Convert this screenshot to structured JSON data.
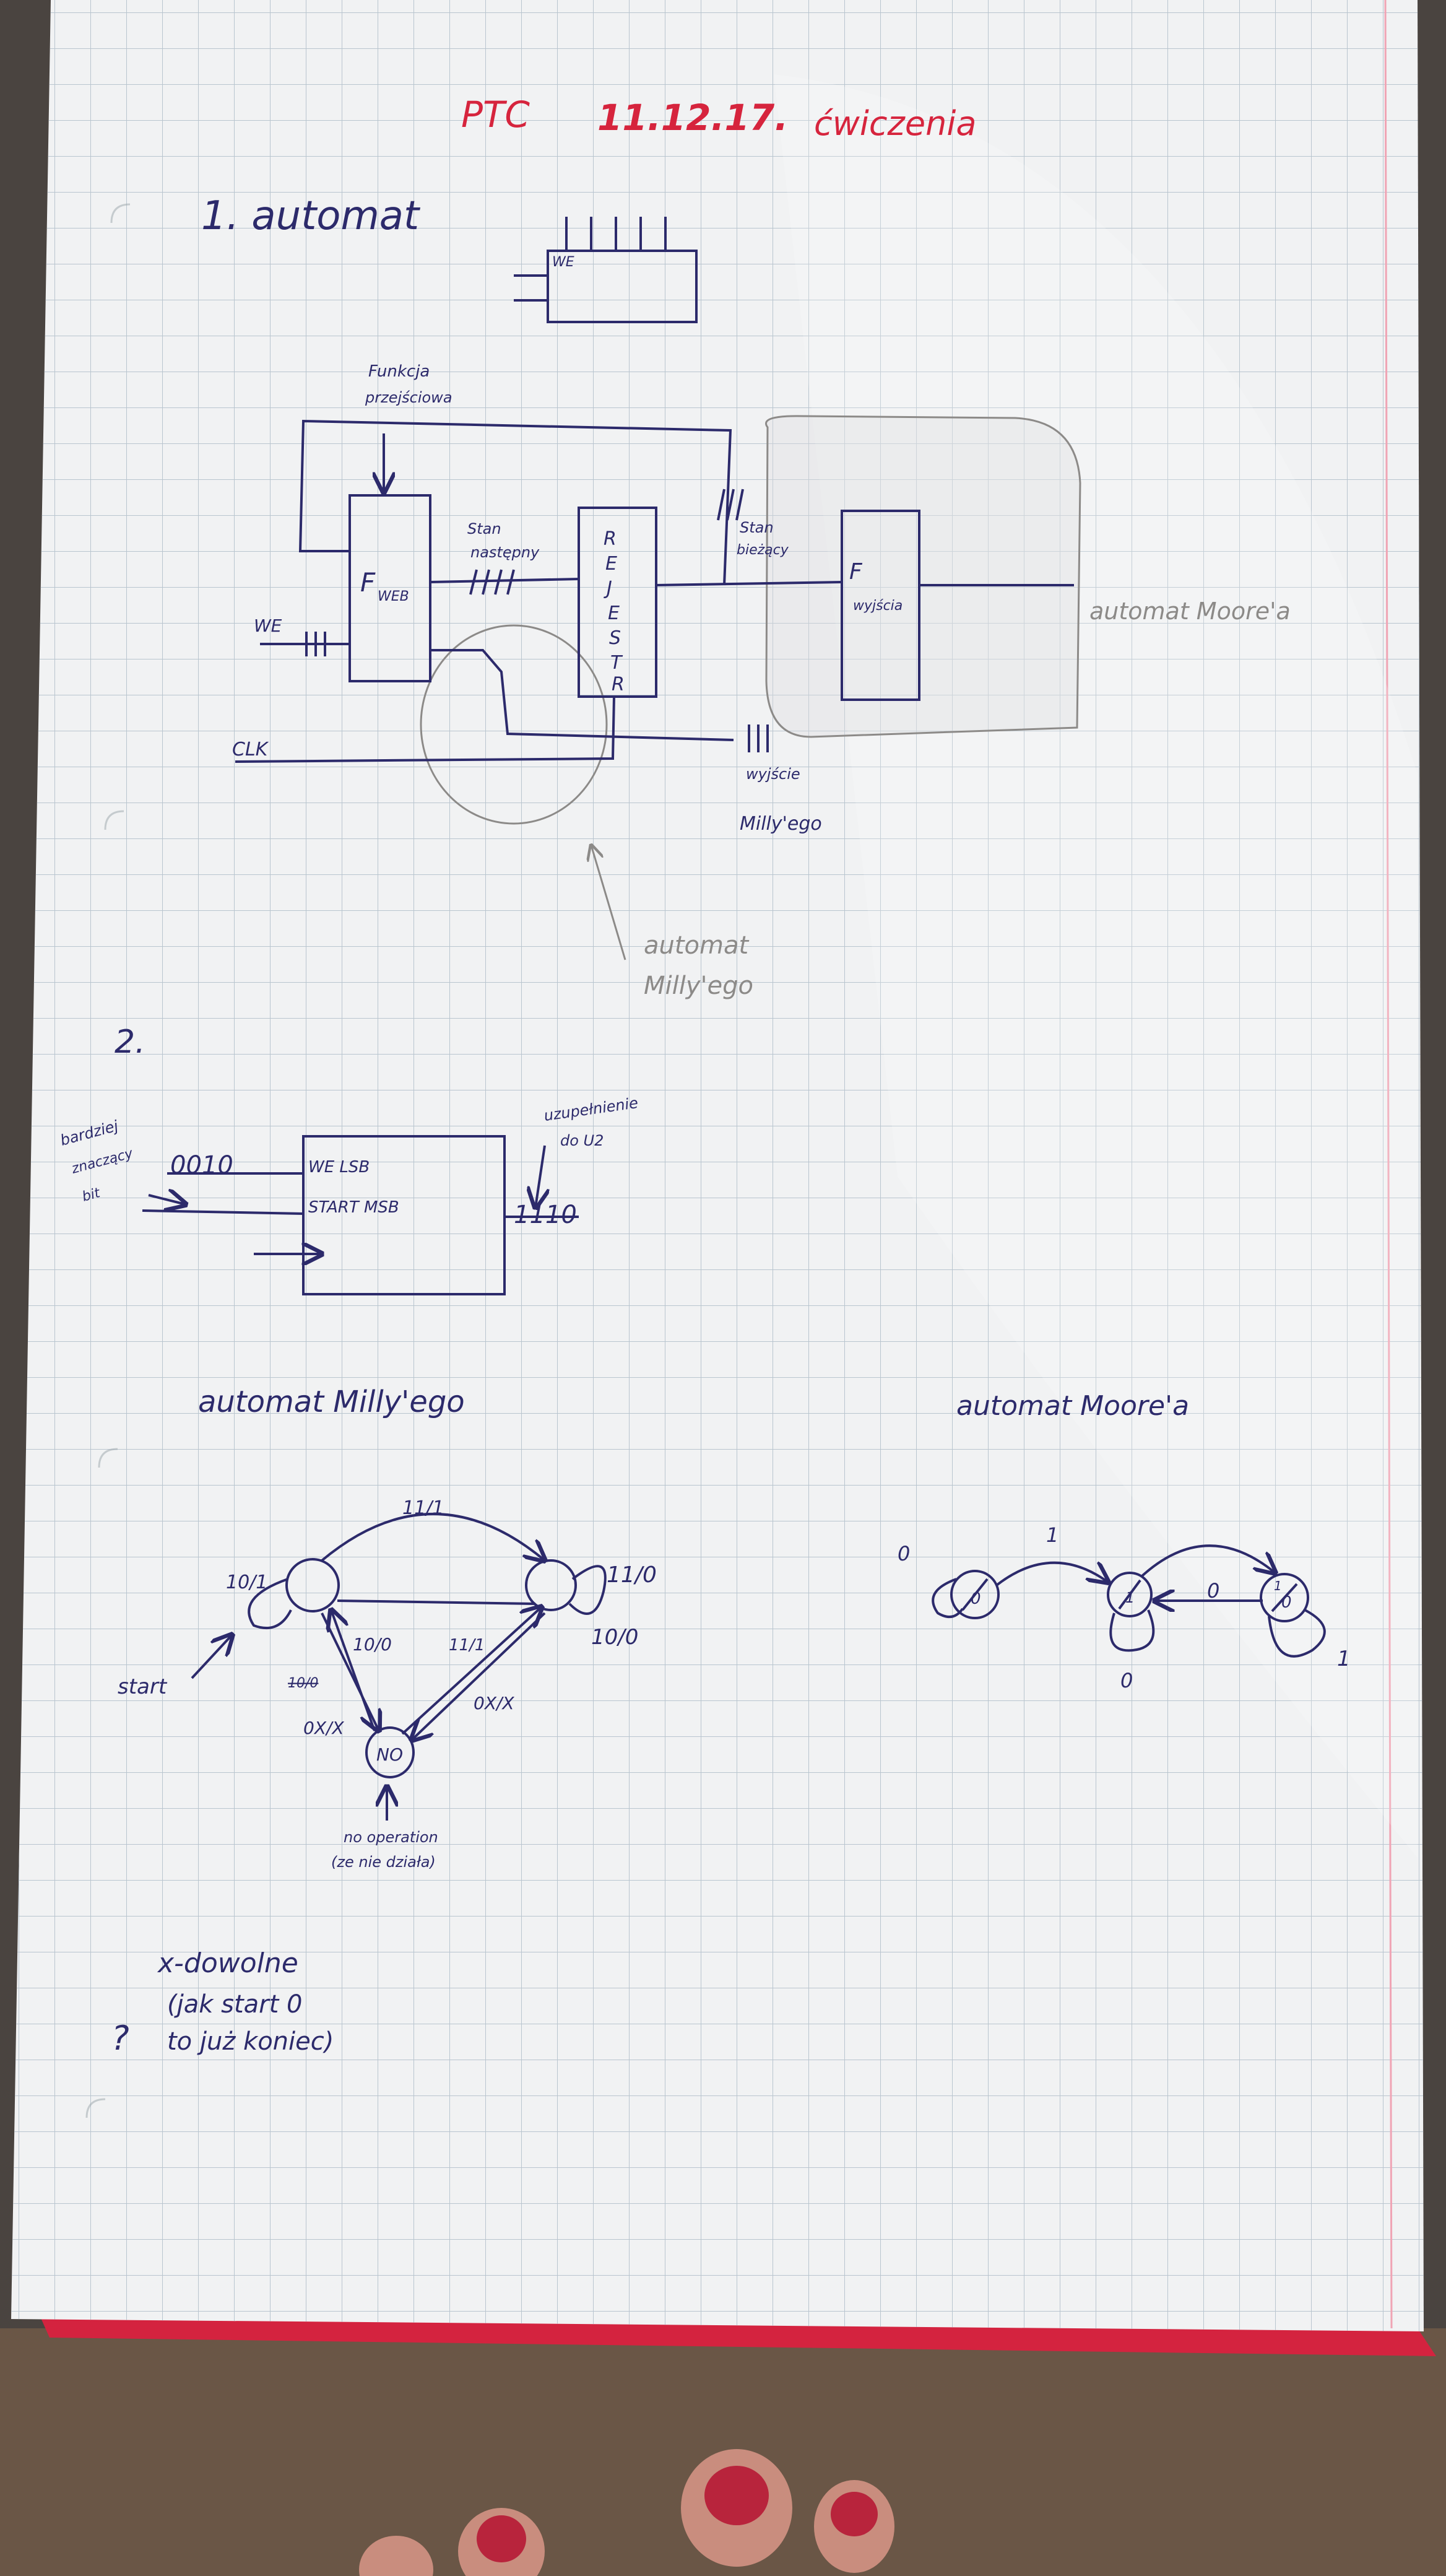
{
  "header": {
    "subject": "PTC",
    "date": "11.12.17.",
    "kind": "ćwiczenia"
  },
  "section1": {
    "heading": "1. automat",
    "we_box_label": "WE",
    "funkcja_przejscia": [
      "Funkcja",
      "przejściowa"
    ],
    "f_przejscia_label": "F",
    "f_przejscia_sub": "WEB",
    "stan_nastepny": [
      "Stan",
      "następny"
    ],
    "rejestr_letters": [
      "R",
      "E",
      "J",
      "E",
      "S",
      "T",
      "R"
    ],
    "stan_biezacy": [
      "Stan",
      "bieżący"
    ],
    "f_wyjscia_label": "F",
    "f_wyjscia_sub": "wyjścia",
    "automat_moore": "automat Moore'a",
    "we_label": "WE",
    "clk_label": "CLK",
    "wyjscie_milly": [
      "wyjście",
      "Milly'ego"
    ],
    "automat_milly": [
      "automat",
      "Milly'ego"
    ]
  },
  "section2": {
    "number": "2.",
    "left_note": [
      "bardziej",
      "znaczący",
      "bit"
    ],
    "input_value": "0010",
    "port_top": "WE LSB",
    "port_bottom": "START MSB",
    "top_note": [
      "uzupełnienie",
      "do U2"
    ],
    "output_value": "1110"
  },
  "mealy": {
    "title": "automat Milly'ego",
    "arc_top_label": "11/1",
    "self_loop_left": "10/1",
    "self_loop_right": "11/0",
    "right_below": "10/0",
    "mid_left": "10/0",
    "mid_right": "11/1",
    "crossed": "10/0",
    "down_left": "0X/X",
    "down_right": "0X/X",
    "no_state": "NO",
    "start_label": "start",
    "no_note": [
      "no operation",
      "(ze nie działa)"
    ]
  },
  "moore": {
    "title": "automat Moore'a",
    "state_a": "0",
    "state_b": "1",
    "state_c": "0",
    "state_c_top": "1",
    "self_a": "0",
    "edge_ab": "1",
    "edge_cb": "0",
    "self_b": "0",
    "self_c": "1"
  },
  "footer_note": {
    "question_mark": "?",
    "lines": [
      "x-dowolne",
      "(jak start 0",
      "to już koniec)"
    ]
  },
  "colors": {
    "paper": "#f1f2f3",
    "grid": "#b9c5cf",
    "ink": "#2c2a6b",
    "red_ink": "#d6243d",
    "pencil": "#8c8a88",
    "margin": "#f0a4b4"
  }
}
